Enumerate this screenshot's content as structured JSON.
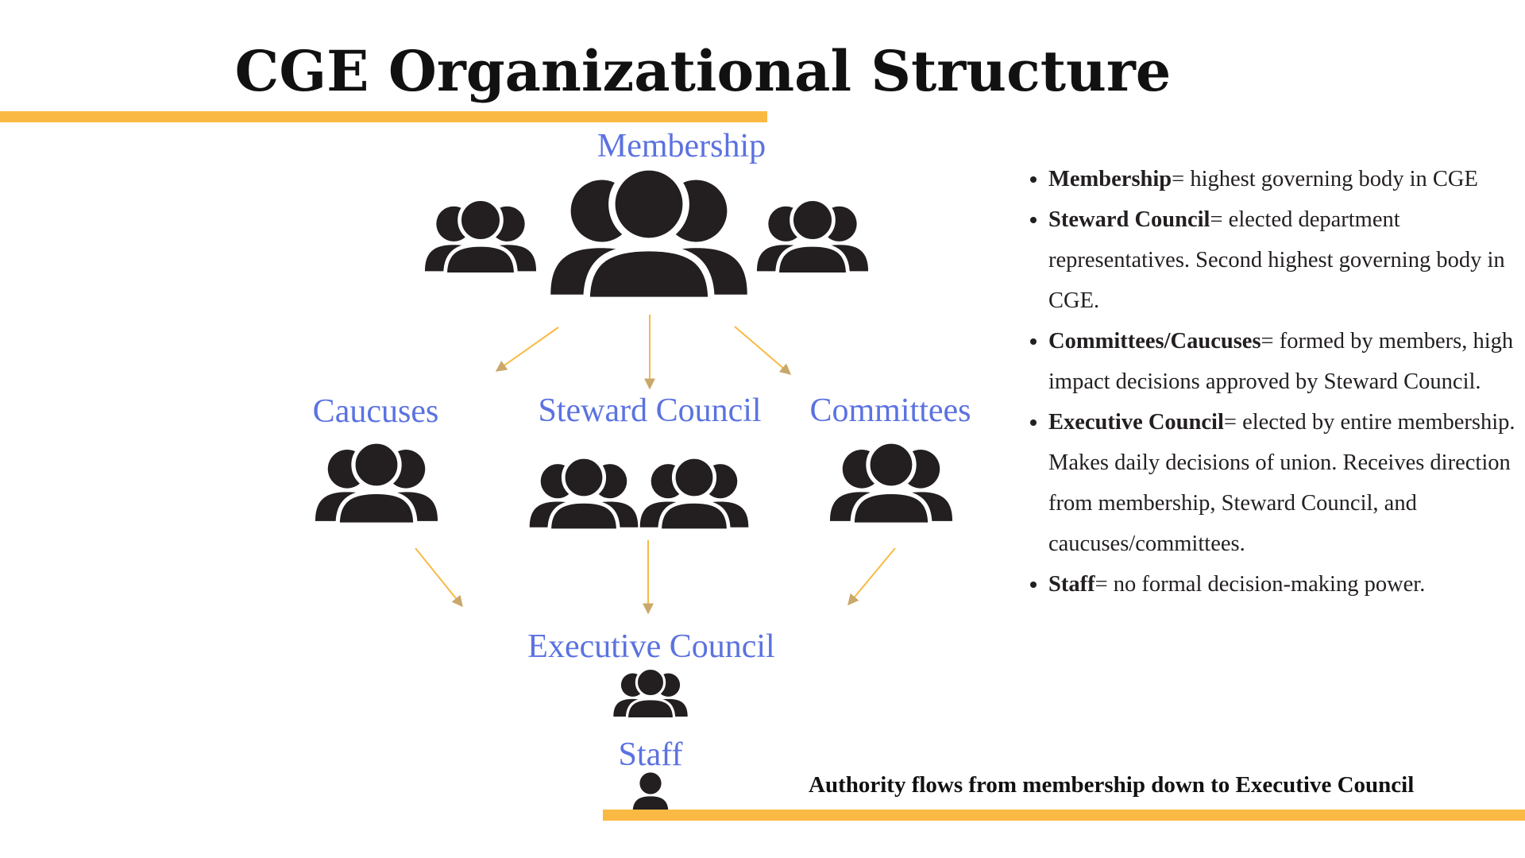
{
  "title": "CGE Organizational Structure",
  "nodes": {
    "membership": "Membership",
    "caucuses": "Caucuses",
    "steward_council": "Steward Council",
    "committees": "Committees",
    "executive_council": "Executive Council",
    "staff": "Staff"
  },
  "legend": [
    {
      "term": "Membership",
      "desc": "= highest governing body in CGE"
    },
    {
      "term": "Steward Council",
      "desc": "= elected department representatives. Second highest governing body in CGE."
    },
    {
      "term": "Committees/Caucuses",
      "desc": "= formed by members, high impact decisions approved by Steward Council."
    },
    {
      "term": "Executive Council",
      "desc": "= elected by entire membership. Makes daily decisions of union. Receives direction from membership, Steward Council, and caucuses/committees."
    },
    {
      "term": "Staff",
      "desc": "= no formal decision-making power."
    }
  ],
  "footer": "Authority flows from membership down to Executive Council",
  "colors": {
    "accent": "#f9b943",
    "label": "#5b72e0",
    "icon": "#231f20",
    "arrow": "#f9b943"
  },
  "icons": {
    "group": "people-group-icon",
    "person": "person-icon"
  }
}
